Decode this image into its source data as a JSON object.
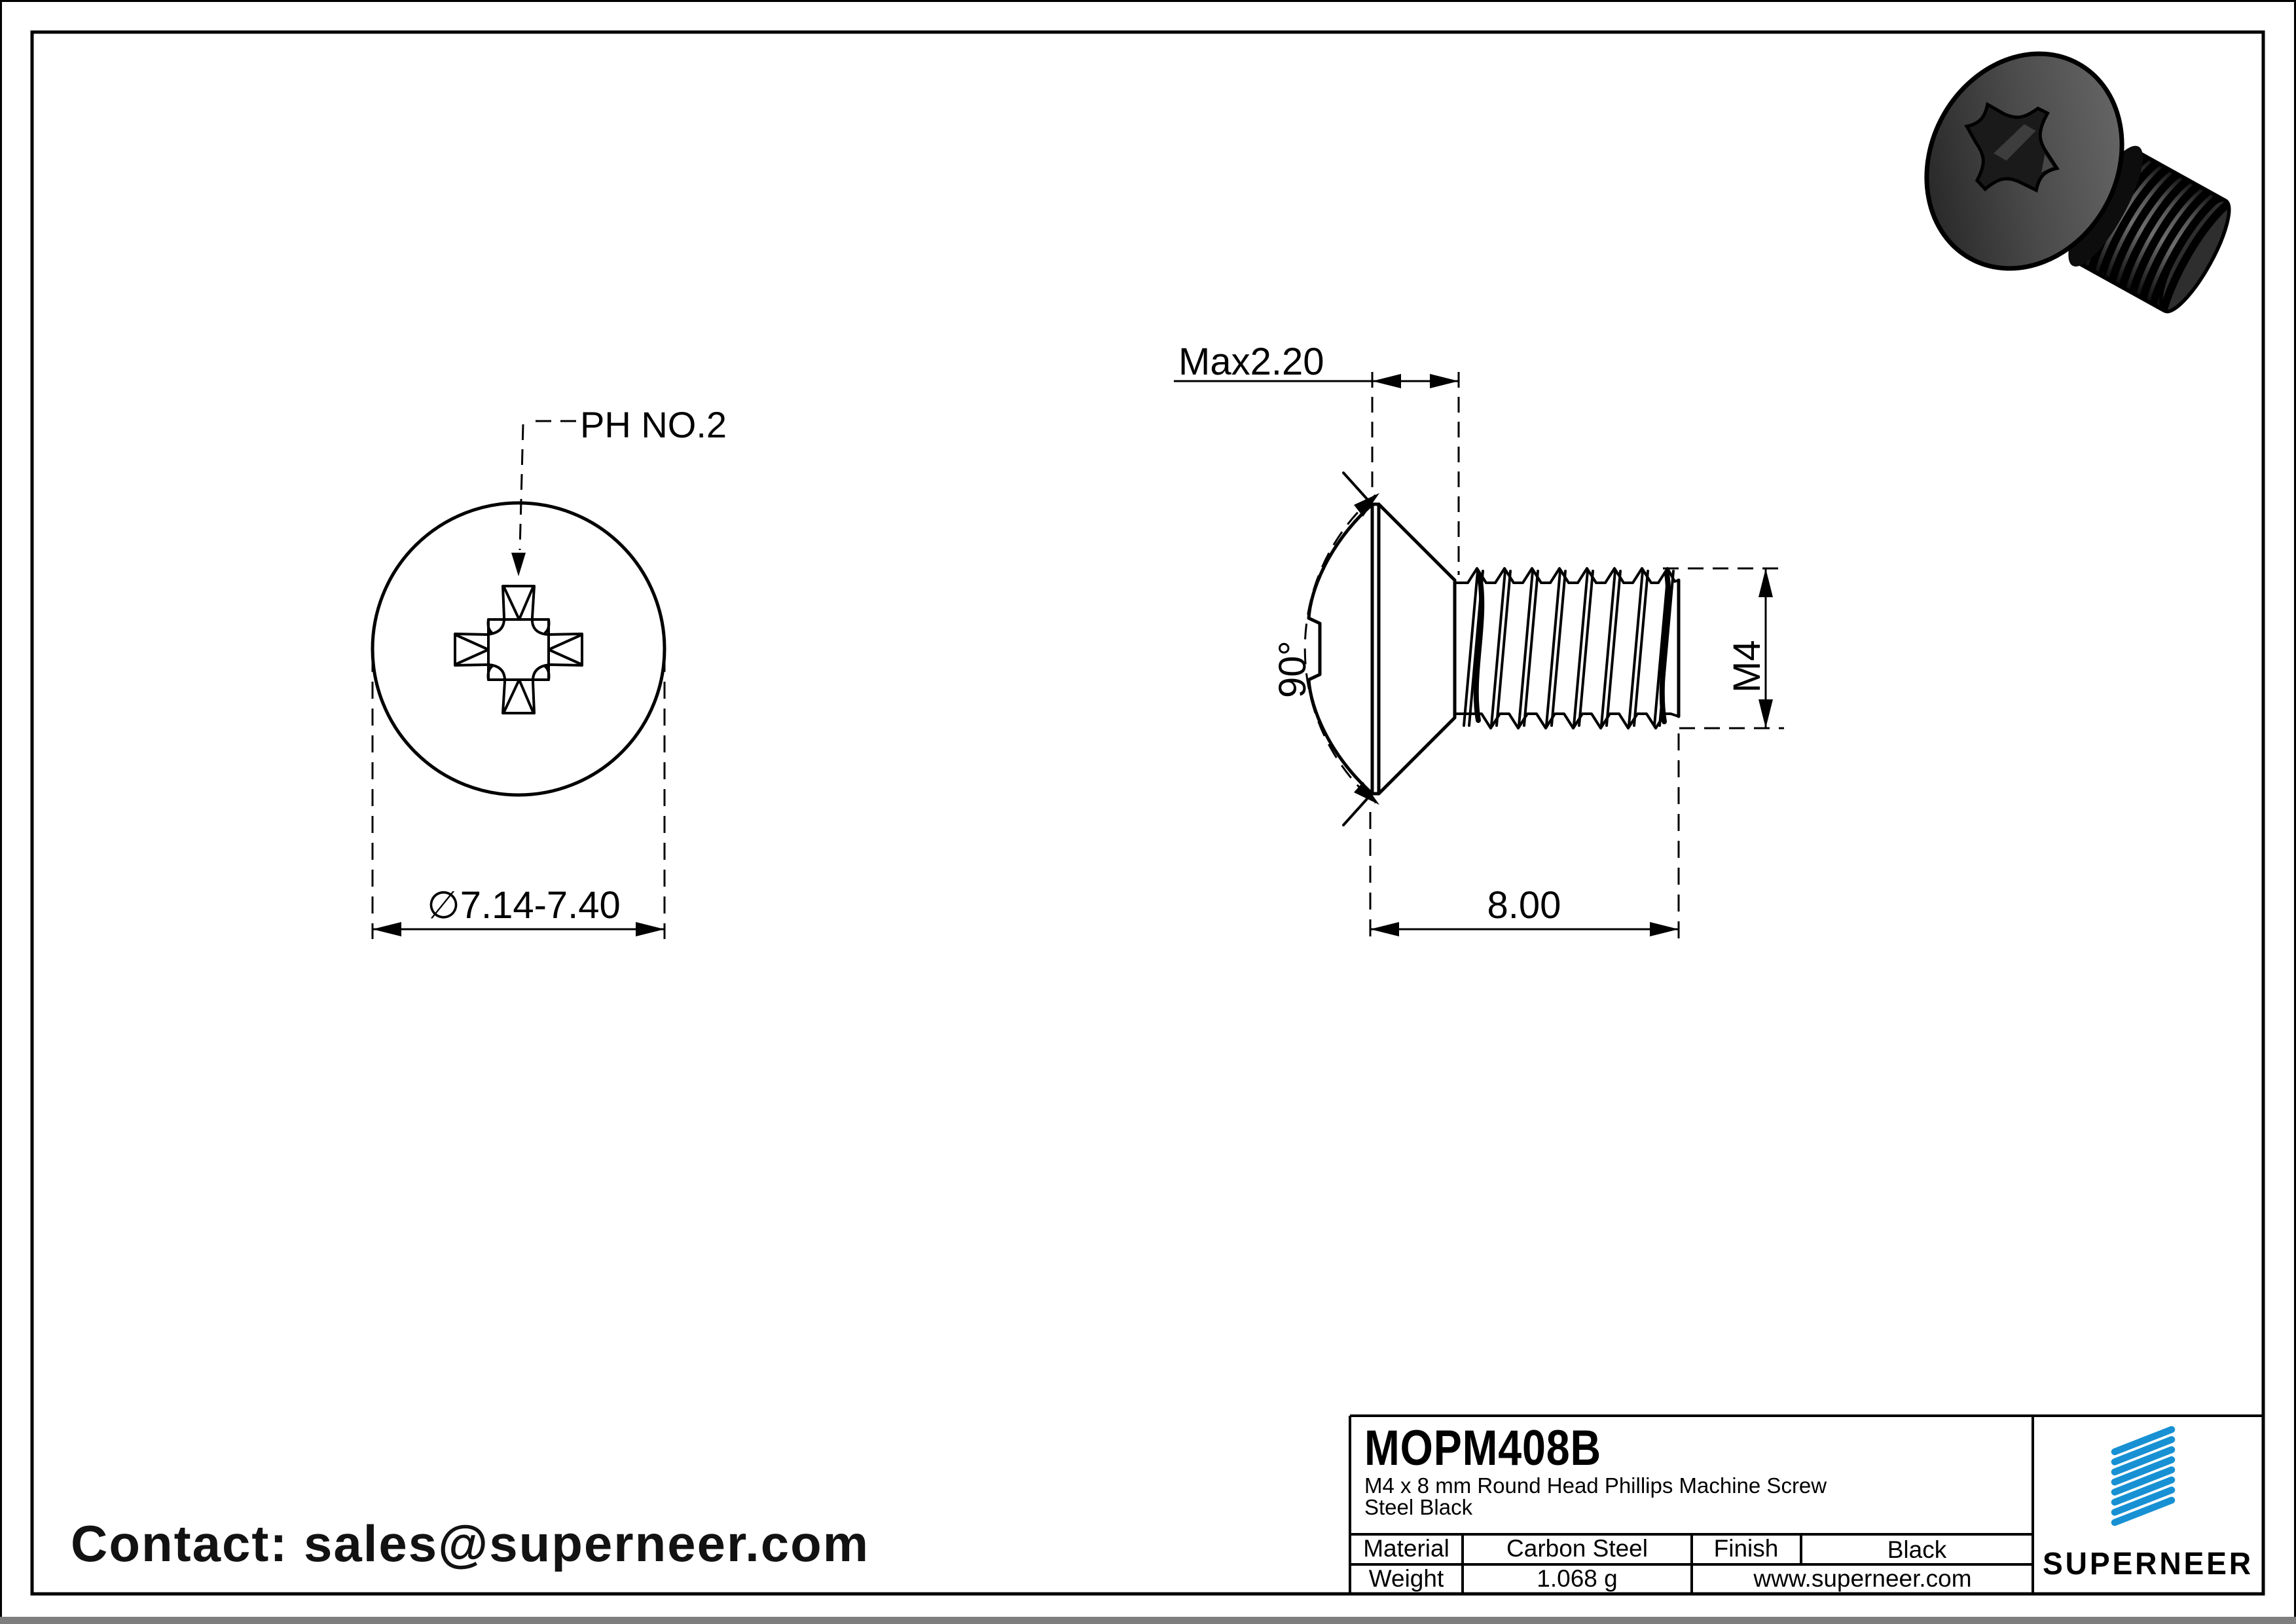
{
  "page": {
    "contact": "Contact: sales@superneer.com"
  },
  "views": {
    "front": {
      "recess_label": "PH NO.2",
      "diameter": "∅7.14-7.40"
    },
    "side": {
      "head_height": "Max2.20",
      "angle": "90°",
      "thread": "M4",
      "length": "8.00"
    }
  },
  "title_block": {
    "part_number": "MOPM408B",
    "description": "M4 x 8 mm Round Head Phillips Machine Screw",
    "description2": "Steel Black",
    "material_label": "Material",
    "material": "Carbon Steel",
    "finish_label": "Finish",
    "finish": "Black",
    "weight_label": "Weight",
    "weight": "1.068 g",
    "website": "www.superneer.com",
    "brand": "SUPERNEER"
  },
  "colors": {
    "accent_blue": "#1791d3",
    "line_black": "#000000",
    "footer_gray": "#7e7e7e"
  }
}
